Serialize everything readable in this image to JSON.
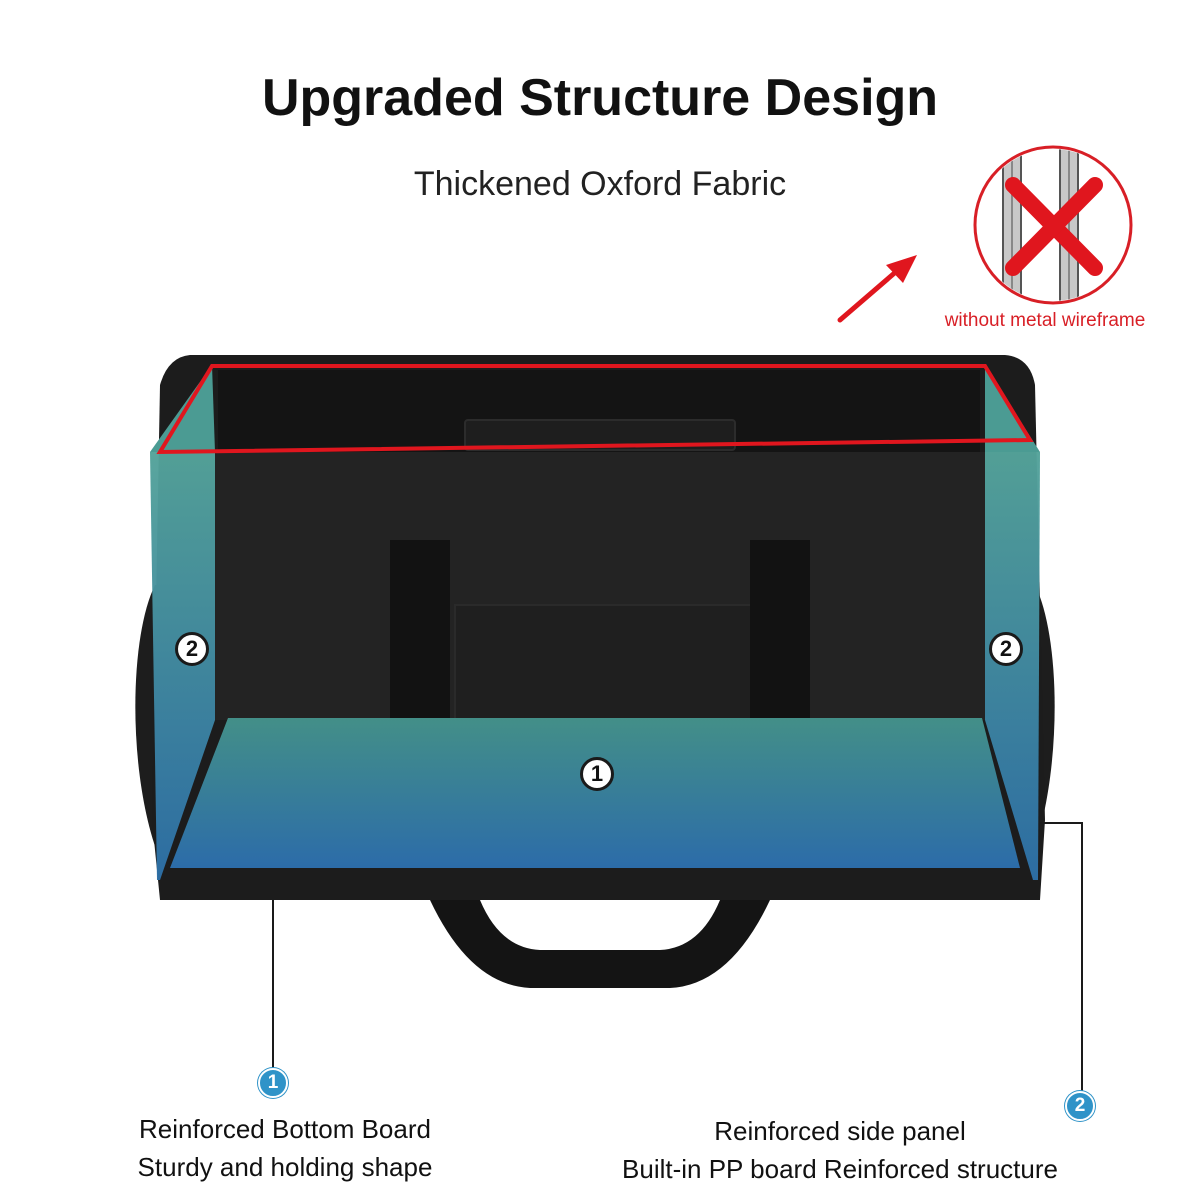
{
  "header": {
    "title": "Upgraded Structure Design",
    "subtitle": "Thickened Oxford Fabric"
  },
  "warning": {
    "label": "without metal wireframe",
    "color": "#d81f26",
    "icon": "no-wireframe-icon"
  },
  "callouts": {
    "bottom_marker": "1",
    "side_marker_left": "2",
    "side_marker_right": "2"
  },
  "features": [
    {
      "number": "1",
      "line1": "Reinforced Bottom Board",
      "line2": "Sturdy and holding shape"
    },
    {
      "number": "2",
      "line1": "Reinforced side panel",
      "line2": "Built-in PP board Reinforced structure"
    }
  ],
  "colors": {
    "panel_top": "#3f8f8c",
    "panel_bottom": "#2b6fa8",
    "bag": "#1c1c1c",
    "accent": "#2f93c8"
  }
}
